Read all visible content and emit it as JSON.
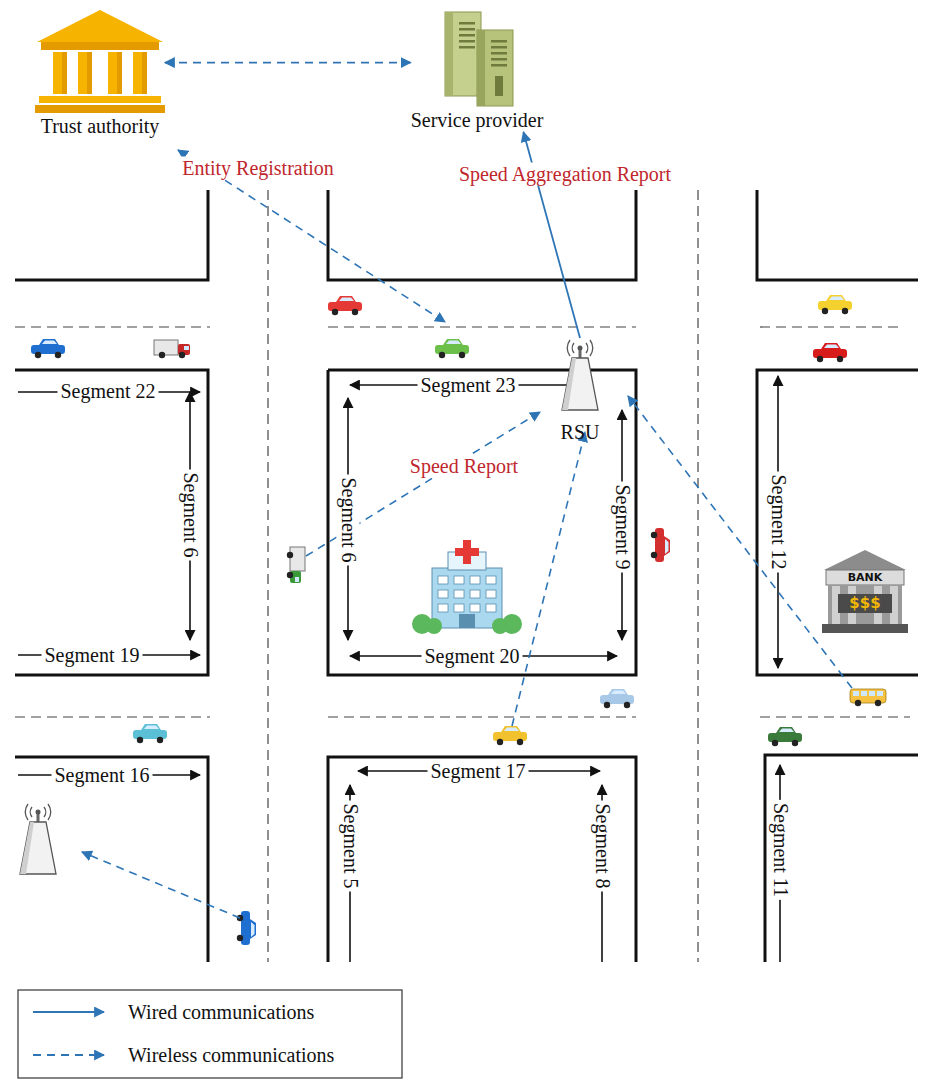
{
  "diagram": {
    "nodes": [
      {
        "text": [
          "Trust authority"
        ]
      },
      {
        "text": [
          "Service provider"
        ]
      },
      {
        "text": [
          "RSU"
        ]
      },
      {
        "text": [
          "BANK",
          "$$$"
        ]
      }
    ],
    "edges": [
      {
        "from": 0,
        "to": 1,
        "arrow": "both"
      },
      {
        "from": 2,
        "to": 1,
        "arrow": "to",
        "label": "Speed Aggregation Report"
      }
    ],
    "labels": [
      "Entity Registration",
      "Speed Report",
      "Segment 22",
      "Segment 6",
      "Segment 19",
      "Segment 23",
      "Segment 6",
      "Segment 9",
      "Segment 20",
      "Segment 12",
      "Segment 16",
      "Segment 17",
      "Segment 5",
      "Segment 8",
      "Segment 11"
    ],
    "legend": [
      {
        "text": "Wired communications"
      },
      {
        "text": "Wireless communications"
      }
    ]
  }
}
